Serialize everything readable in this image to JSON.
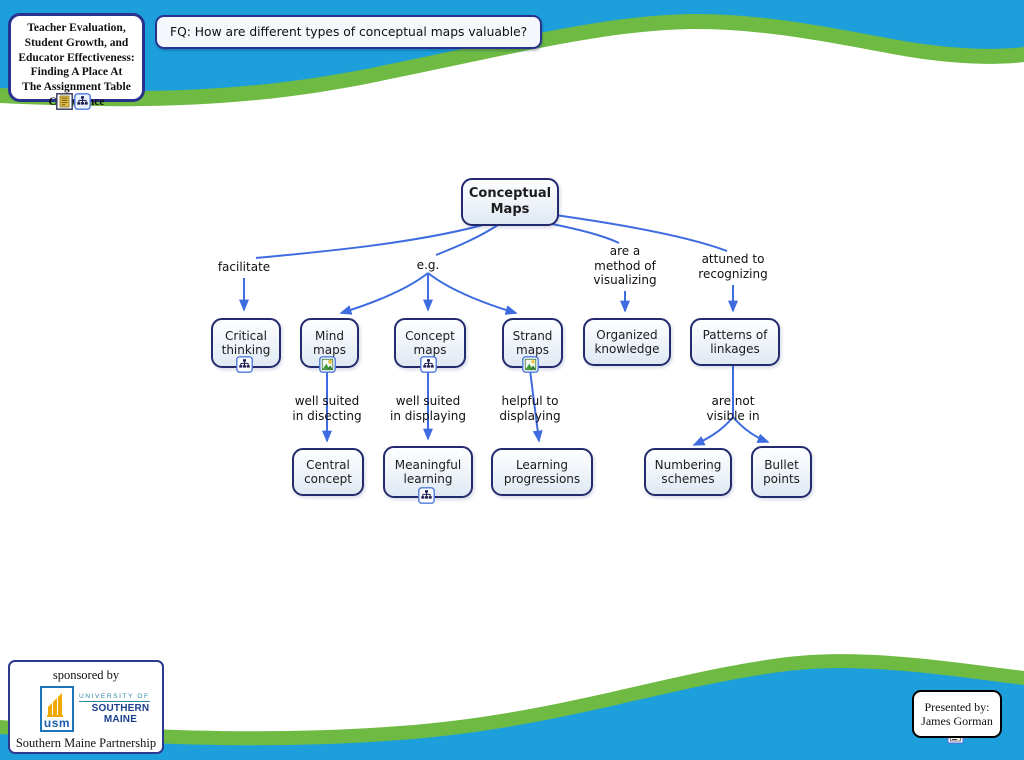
{
  "header": {
    "title_box": "Teacher Evaluation,\nStudent Growth, and\nEducator Effectiveness:\nFinding A Place At\nThe Assignment Table\nConference",
    "focus_question": "FQ: How are different types of conceptual maps valuable?"
  },
  "map": {
    "nodes": {
      "conceptual_maps": "Conceptual\nMaps",
      "critical_thinking": "Critical\nthinking",
      "mind_maps": "Mind\nmaps",
      "concept_maps": "Concept\nmaps",
      "strand_maps": "Strand\nmaps",
      "organized_knowledge": "Organized\nknowledge",
      "patterns_of_linkages": "Patterns of\nlinkages",
      "central_concept": "Central\nconcept",
      "meaningful_learning": "Meaningful\nlearning",
      "learning_progressions": "Learning\nprogressions",
      "numbering_schemes": "Numbering\nschemes",
      "bullet_points": "Bullet\npoints"
    },
    "links": {
      "facilitate": "facilitate",
      "eg": "e.g.",
      "method_of_visualizing": "are a\nmethod of\nvisualizing",
      "attuned_to_recognizing": "attuned to\nrecognizing",
      "well_suited_disecting": "well suited\nin disecting",
      "well_suited_displaying": "well suited\nin displaying",
      "helpful_displaying": "helpful to\ndisplaying",
      "are_not_visible_in": "are not\nvisible in"
    }
  },
  "footer": {
    "sponsor": {
      "sponsored_by": "sponsored by",
      "logo_usm": "usm",
      "logo_line1": "UNIVERSITY OF",
      "logo_line2": "SOUTHERN MAINE",
      "partnership": "Southern Maine Partnership"
    },
    "presented_by": "Presented by:\nJames Gorman"
  },
  "icons": {
    "title_box": [
      "text-document-icon",
      "cmap-hierarchy-icon"
    ],
    "critical_thinking": "cmap-hierarchy-icon",
    "mind_maps": "image-icon",
    "concept_maps": "cmap-hierarchy-icon",
    "strand_maps": "image-icon",
    "meaningful_learning": "cmap-hierarchy-icon",
    "presented_box": "document-image-icon"
  },
  "colors": {
    "sky_blue": "#1d9fdb",
    "wave_green": "#6fba43",
    "node_border": "#232b6e",
    "node_fill": "#e8eff7",
    "link_line": "#3e6ce0",
    "box_border_navy": "#283390"
  }
}
